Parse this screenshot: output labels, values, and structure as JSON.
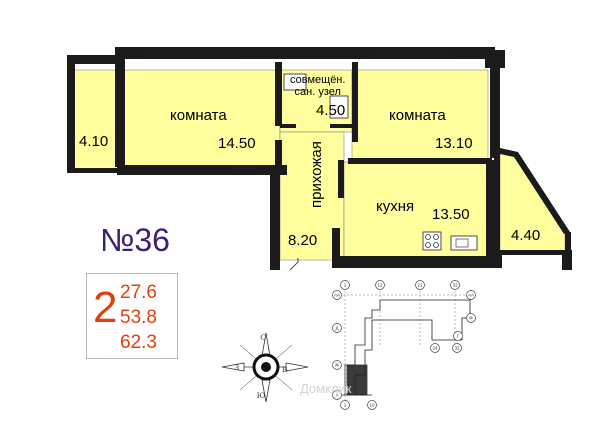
{
  "title": "№36",
  "rooms": [
    {
      "name": "комната",
      "area": "14.50"
    },
    {
      "name": "комната",
      "area": "13.10"
    },
    {
      "name": "кухня",
      "area": "13.50"
    },
    {
      "name": "прихожая",
      "area": "8.20"
    },
    {
      "name": "совмещён. сан. узел",
      "name_line1": "совмещён.",
      "name_line2": "сан. узел",
      "area": "4.50"
    }
  ],
  "balconies": [
    {
      "area": "4.10"
    },
    {
      "area": "4.40"
    }
  ],
  "summary": {
    "room_count": "2",
    "living_area": "27.6",
    "area_without_balconies": "53.8",
    "total_area": "62.3"
  },
  "compass": {
    "north": "С",
    "south": "Ю",
    "east": "В",
    "west": "З"
  },
  "key_plan": {
    "axes_top": [
      "1",
      "12",
      "21",
      "32"
    ],
    "axes_bottom": [
      "1",
      "10",
      "24",
      "32"
    ],
    "axes_left": [
      "АА",
      "Д",
      "Ж",
      "А"
    ],
    "axes_right": [
      "АА",
      "Ф",
      "Г"
    ]
  },
  "watermark": "Домклик",
  "colors": {
    "room_fill": "#ffff9e",
    "wall": "#1b1b1b",
    "accent": "#e04010",
    "title": "#3d1f74"
  }
}
